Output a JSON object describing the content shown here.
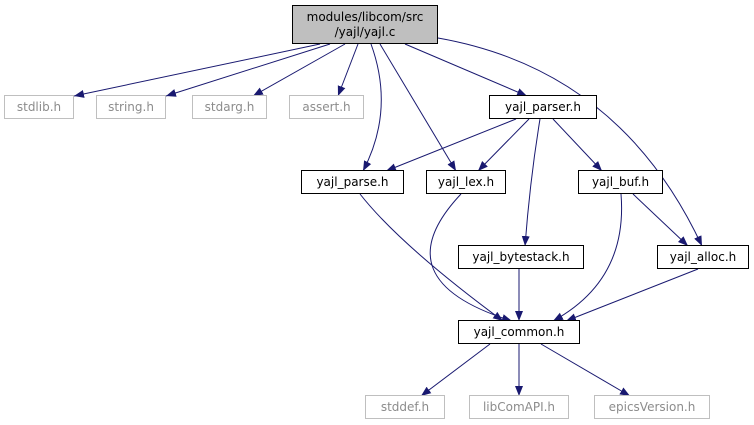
{
  "root": {
    "line1": "modules/libcom/src",
    "line2": "/yajl/yajl.c"
  },
  "nodes": {
    "stdlib": "stdlib.h",
    "string": "string.h",
    "stdarg": "stdarg.h",
    "assert": "assert.h",
    "yajl_parser": "yajl_parser.h",
    "yajl_parse": "yajl_parse.h",
    "yajl_lex": "yajl_lex.h",
    "yajl_buf": "yajl_buf.h",
    "yajl_bytestack": "yajl_bytestack.h",
    "yajl_alloc": "yajl_alloc.h",
    "yajl_common": "yajl_common.h",
    "stddef": "stddef.h",
    "libComAPI": "libComAPI.h",
    "epicsVersion": "epicsVersion.h"
  },
  "colors": {
    "edge": "#191970",
    "root_fill": "#bfbfbf",
    "system_border": "#bfbfbf",
    "system_text": "#8c8c8c"
  },
  "edges": [
    [
      "root",
      "stdlib"
    ],
    [
      "root",
      "string"
    ],
    [
      "root",
      "stdarg"
    ],
    [
      "root",
      "assert"
    ],
    [
      "root",
      "yajl_parser"
    ],
    [
      "root",
      "yajl_parse"
    ],
    [
      "root",
      "yajl_lex"
    ],
    [
      "root",
      "yajl_alloc"
    ],
    [
      "yajl_parser",
      "yajl_parse"
    ],
    [
      "yajl_parser",
      "yajl_lex"
    ],
    [
      "yajl_parser",
      "yajl_buf"
    ],
    [
      "yajl_parser",
      "yajl_bytestack"
    ],
    [
      "yajl_buf",
      "yajl_alloc"
    ],
    [
      "yajl_buf",
      "yajl_common"
    ],
    [
      "yajl_parse",
      "yajl_common"
    ],
    [
      "yajl_lex",
      "yajl_common"
    ],
    [
      "yajl_bytestack",
      "yajl_common"
    ],
    [
      "yajl_alloc",
      "yajl_common"
    ],
    [
      "yajl_common",
      "stddef"
    ],
    [
      "yajl_common",
      "libComAPI"
    ],
    [
      "yajl_common",
      "epicsVersion"
    ]
  ]
}
